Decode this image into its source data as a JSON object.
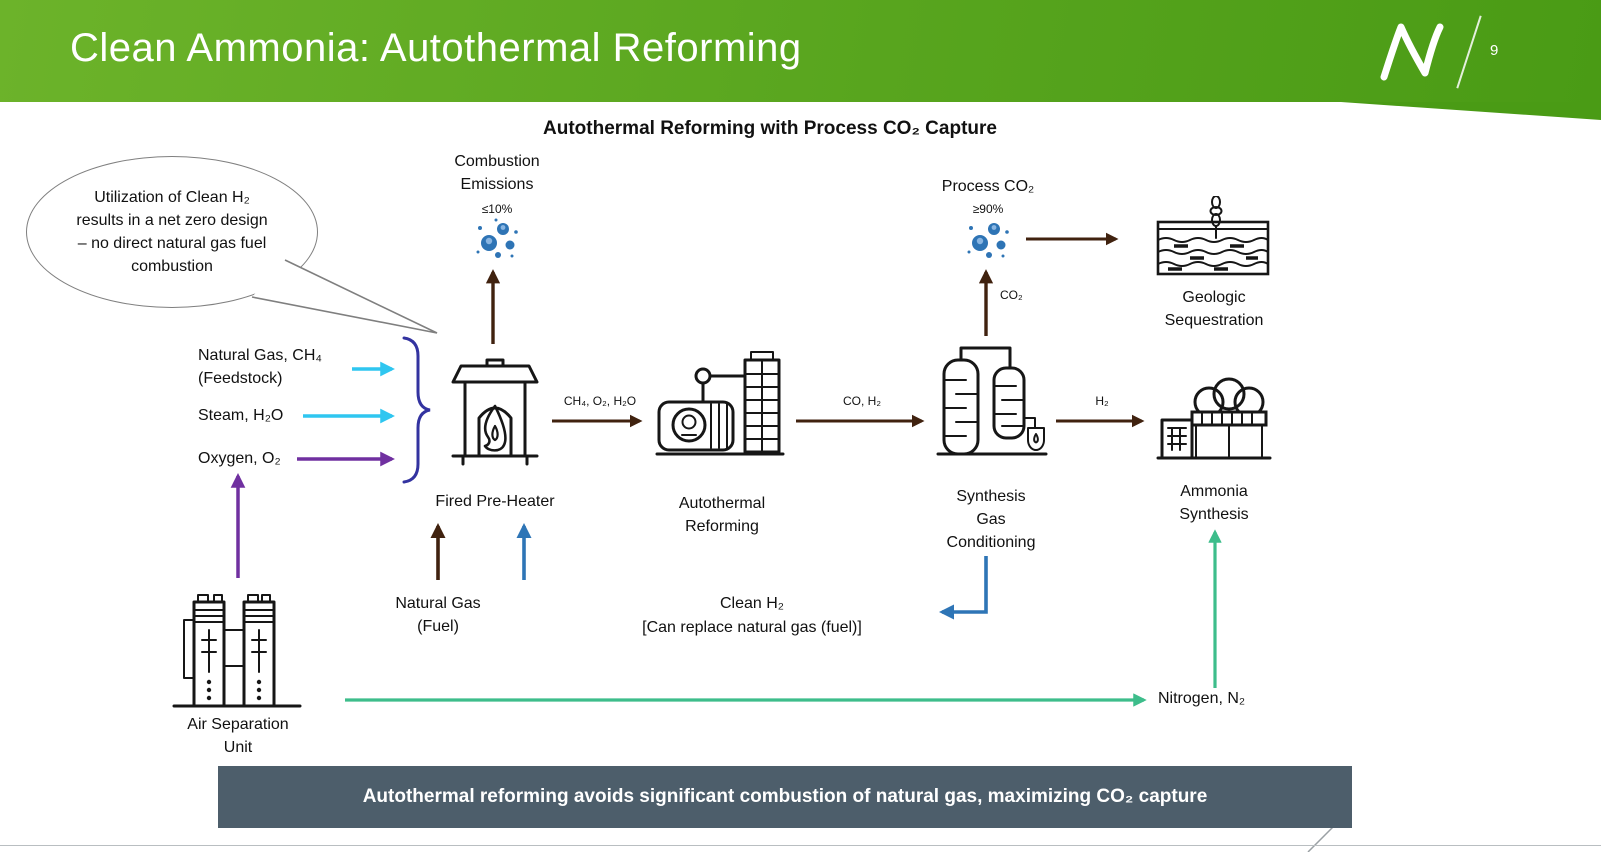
{
  "slide": {
    "title": "Clean Ammonia: Autothermal Reforming",
    "page_number": "9"
  },
  "diagram": {
    "title": "Autothermal Reforming with Process CO₂ Capture",
    "callout": "Utilization of Clean H₂ results in a net zero design – no direct natural gas fuel combustion",
    "emissions": {
      "combustion": {
        "label": "Combustion\nEmissions",
        "value": "≤10%"
      },
      "process_co2": {
        "label": "Process CO₂",
        "value": "≥90%"
      }
    },
    "nodes": {
      "fired_preheater": "Fired Pre-Heater",
      "autothermal_reforming": "Autothermal\nReforming",
      "synthesis_gas_conditioning": "Synthesis\nGas\nConditioning",
      "ammonia_synthesis": "Ammonia\nSynthesis",
      "geologic_sequestration": "Geologic\nSequestration",
      "air_separation_unit": "Air Separation\nUnit"
    },
    "inputs": {
      "natural_gas_feedstock": "Natural Gas, CH₄\n(Feedstock)",
      "steam": "Steam, H₂O",
      "oxygen": "Oxygen, O₂"
    },
    "streams": {
      "ch4_o2_h2o": "CH₄, O₂, H₂O",
      "co_h2": "CO, H₂",
      "h2": "H₂",
      "co2": "CO₂",
      "natural_gas_fuel": "Natural Gas\n(Fuel)",
      "clean_h2": "Clean H₂",
      "clean_h2_note": "[Can replace natural gas (fuel)]",
      "nitrogen": "Nitrogen, N₂"
    }
  },
  "footer": {
    "banner": "Autothermal reforming avoids significant combustion of natural gas, maximizing CO₂ capture"
  },
  "colors": {
    "header_green_start": "#6cb32a",
    "header_green_end": "#4a9b15",
    "banner_bg": "#4d5e6b",
    "stream_brown": "#40220f",
    "stream_cyan": "#2fc6f0",
    "stream_purple": "#7030a0",
    "stream_blue": "#2e75b6",
    "stream_green": "#3dbd8b",
    "bubble_blue": "#2e74b5"
  }
}
